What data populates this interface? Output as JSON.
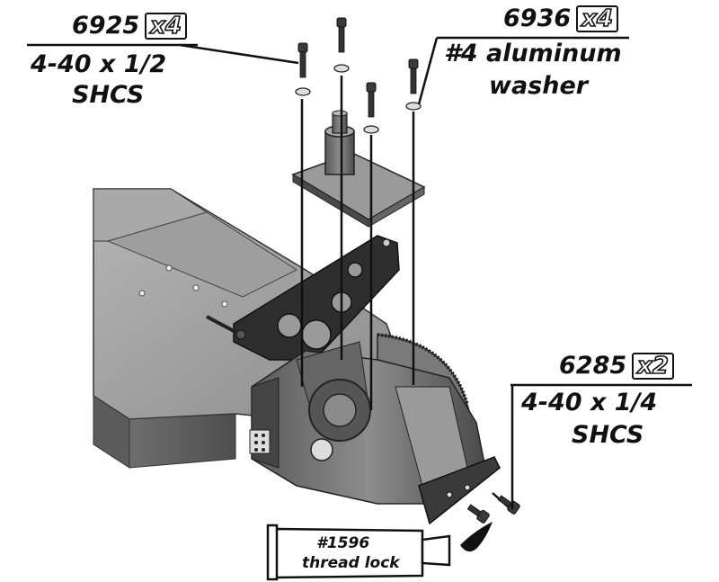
{
  "callouts": [
    {
      "part_number": "6925",
      "quantity": "x4",
      "desc_line1": "4-40 x 1/2",
      "desc_line2": "SHCS"
    },
    {
      "part_number": "6936",
      "quantity": "x4",
      "desc_line1": "#4 aluminum",
      "desc_line2": "washer"
    },
    {
      "part_number": "6285",
      "quantity": "x2",
      "desc_line1": "4-40 x 1/4",
      "desc_line2": "SHCS"
    }
  ],
  "thread_lock": {
    "line1": "#1596",
    "line2": "thread lock"
  },
  "colors": {
    "ink": "#111111",
    "part_dark": "#3a3a3a",
    "part_mid": "#6b6b6b",
    "part_light": "#9a9a9a",
    "chassis": "#8c8c8c"
  }
}
